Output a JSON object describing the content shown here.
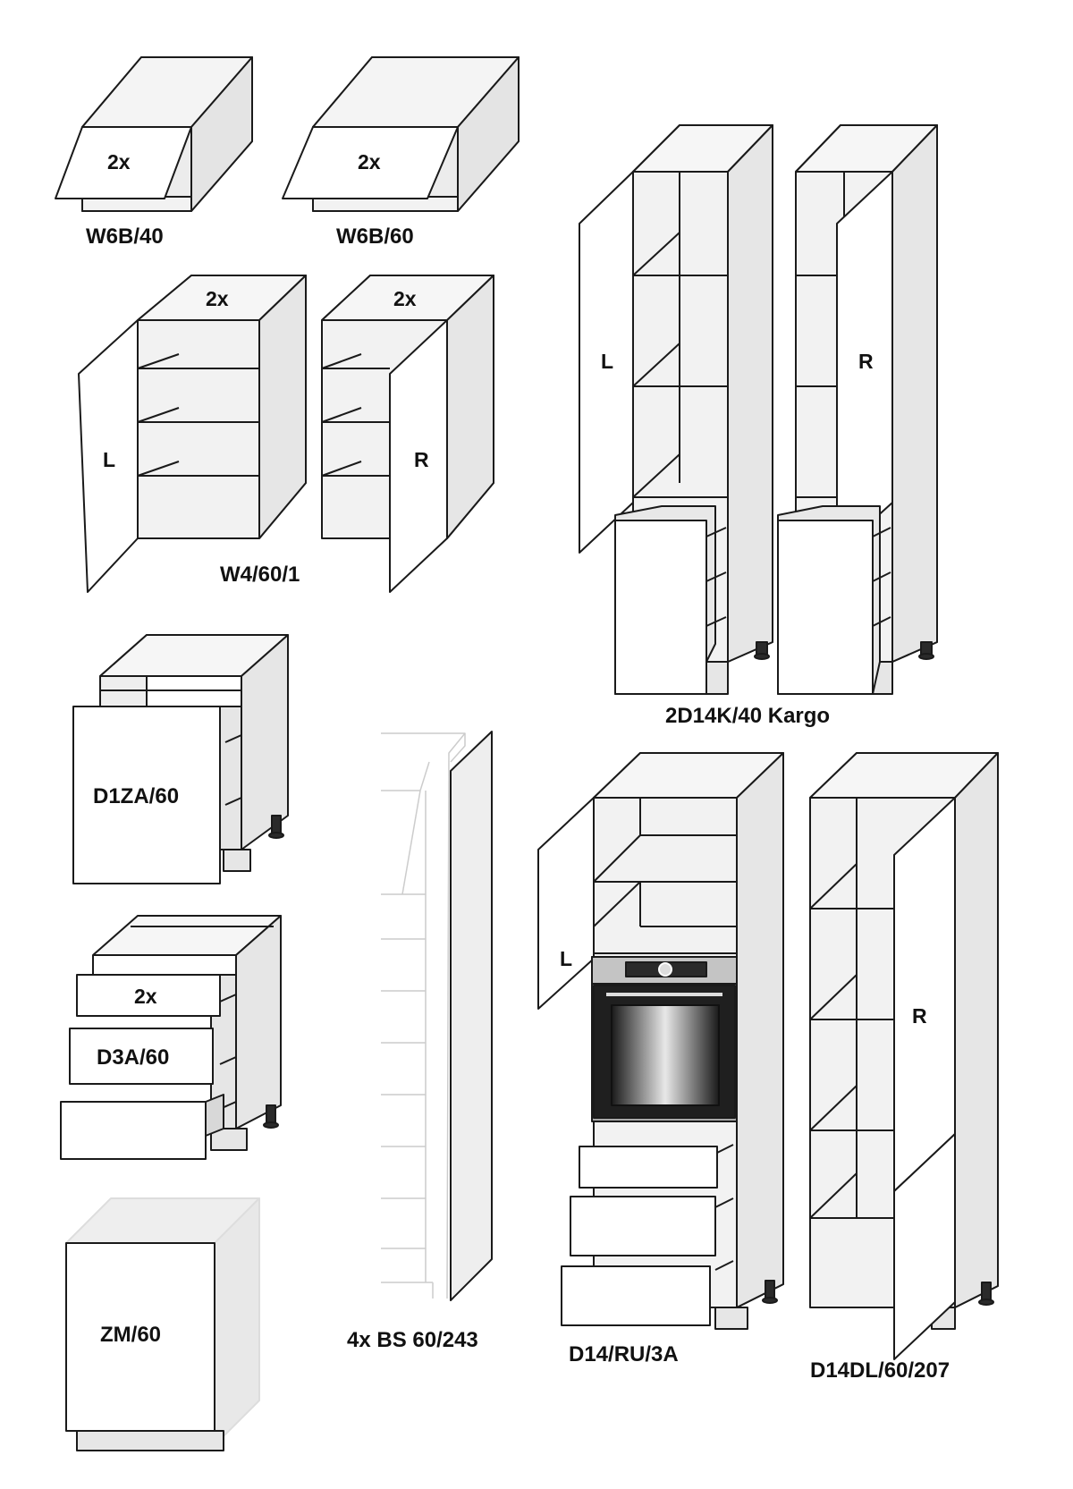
{
  "labels": {
    "w6b40": "W6B/40",
    "w6b60": "W6B/60",
    "w4601": "W4/60/1",
    "d14k": "2D14K/40 Kargo",
    "d1za": "D1ZA/60",
    "d3a": "D3A/60",
    "zm": "ZM/60",
    "bs": "4x BS 60/243",
    "d14ru": "D14/RU/3A",
    "d14dl": "D14DL/60/207"
  },
  "marks": {
    "qty2x": "2x",
    "left": "L",
    "right": "R"
  },
  "colors": {
    "stroke": "#1a1a1a",
    "panel": "#ffffff",
    "side": "#ececec",
    "interior": "#f2f2f2",
    "dark": "#2a2a2a"
  },
  "icons": {
    "oven": "oven-icon",
    "leg": "cabinet-leg-icon"
  }
}
